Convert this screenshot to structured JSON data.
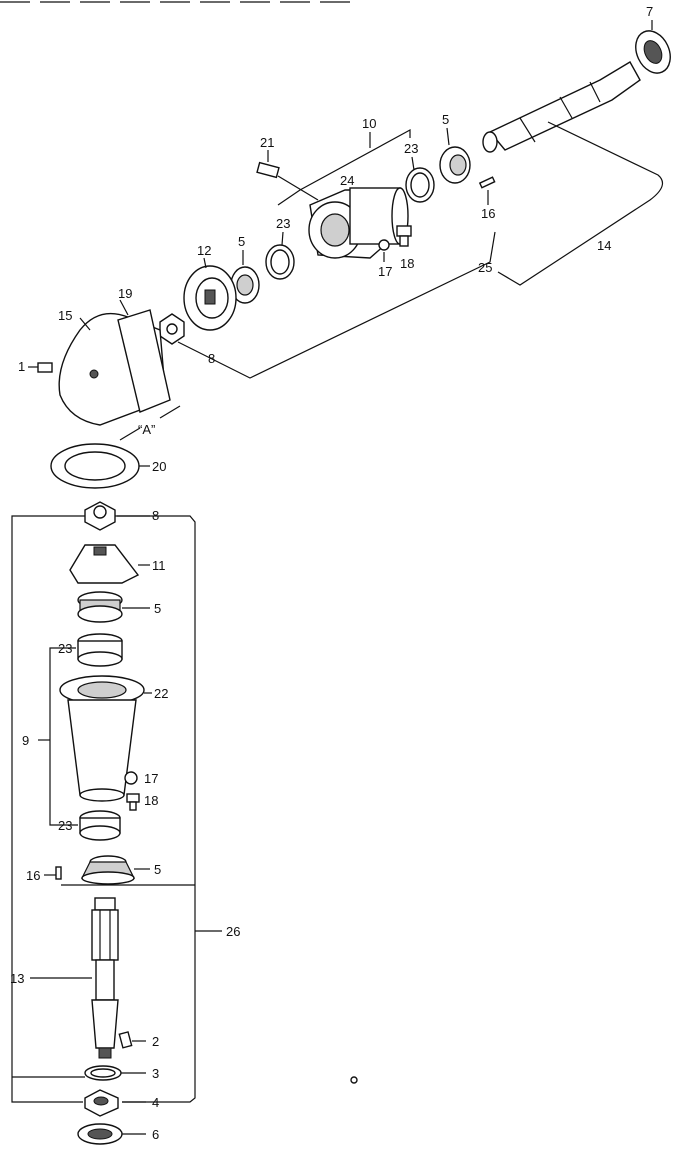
{
  "callouts": {
    "n1": "1",
    "n2": "2",
    "n3": "3",
    "n4": "4",
    "n5a": "5",
    "n5b": "5",
    "n5c": "5",
    "n5d": "5",
    "n6": "6",
    "n7": "7",
    "n8a": "8",
    "n8b": "8",
    "n9": "9",
    "n10": "10",
    "n11": "11",
    "n12": "12",
    "n13": "13",
    "n14": "14",
    "n15": "15",
    "n16a": "16",
    "n16b": "16",
    "n17a": "17",
    "n17b": "17",
    "n18a": "18",
    "n18b": "18",
    "n19": "19",
    "n20": "20",
    "n21": "21",
    "n22": "22",
    "n23a": "23",
    "n23b": "23",
    "n23c": "23",
    "n23d": "23",
    "n24": "24",
    "n25": "25",
    "n26": "26",
    "detail_a": "“A”"
  }
}
